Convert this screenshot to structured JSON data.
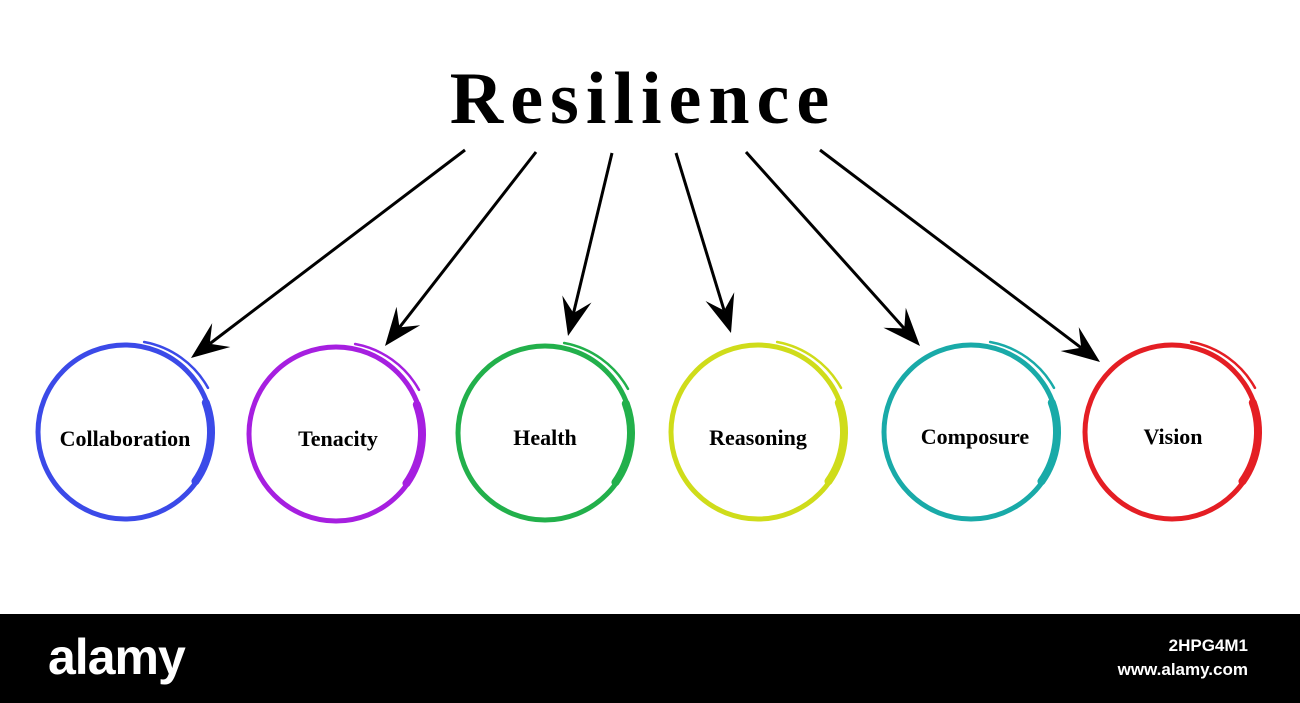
{
  "diagram": {
    "title": "Resilience",
    "nodes": [
      {
        "label": "Collaboration",
        "color": "#3b4ae8"
      },
      {
        "label": "Tenacity",
        "color": "#a61fe0"
      },
      {
        "label": "Health",
        "color": "#22b04b"
      },
      {
        "label": "Reasoning",
        "color": "#cfdc1a"
      },
      {
        "label": "Composure",
        "color": "#19aaa8"
      },
      {
        "label": "Vision",
        "color": "#e41e24"
      }
    ],
    "arrow_color": "#000000"
  },
  "watermark": {
    "brand": "alamy",
    "image_id": "2HPG4M1",
    "site": "www.alamy.com"
  }
}
